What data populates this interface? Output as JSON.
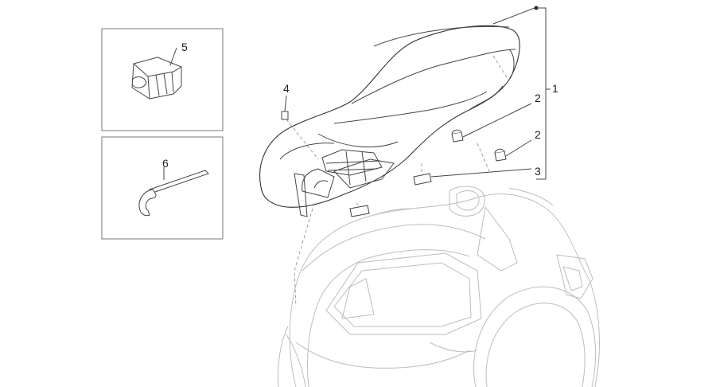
{
  "callouts": {
    "c1": "1",
    "c2a": "2",
    "c2b": "2",
    "c3": "3",
    "c4": "4",
    "c5": "5",
    "c6": "6"
  },
  "colors": {
    "line": "#333333",
    "faint_line": "#bdbdbd",
    "background": "#ffffff"
  }
}
